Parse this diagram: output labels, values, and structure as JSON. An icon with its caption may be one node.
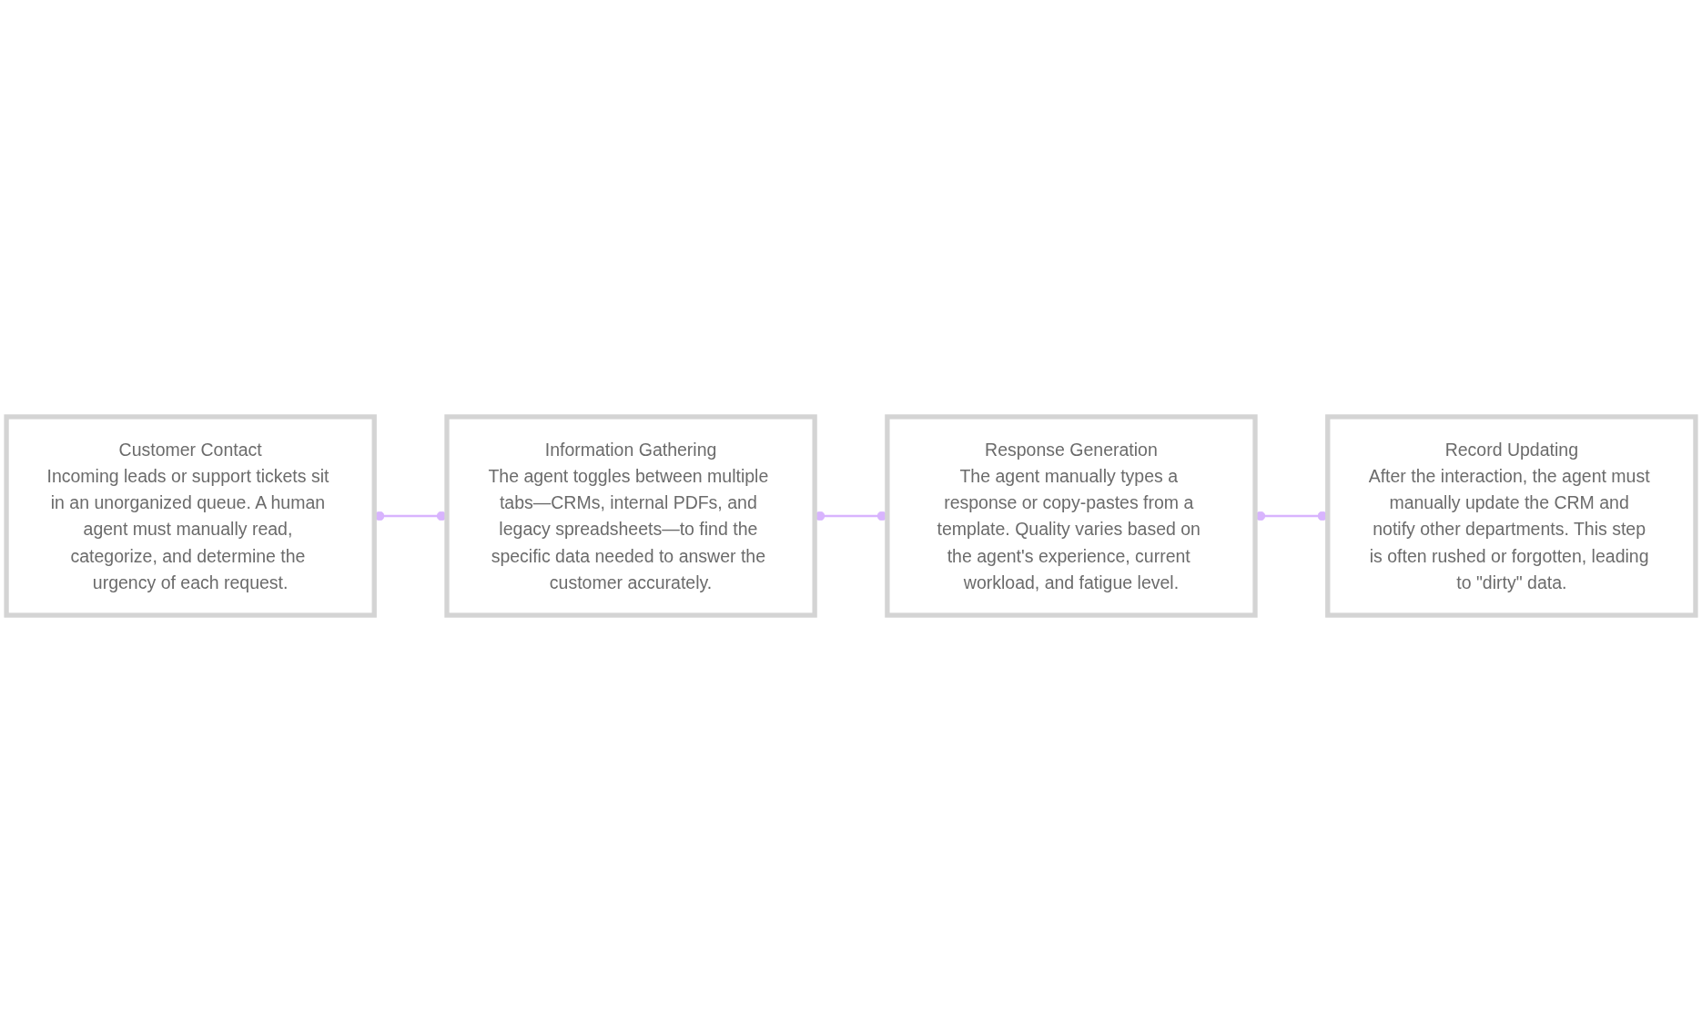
{
  "diagram": {
    "nodes": [
      {
        "text": [
          "Customer Contact",
          "Incoming leads or support tickets sit in an unorganized queue. A human agent must manually read, categorize, and determine the urgency of each request."
        ]
      },
      {
        "text": [
          "Information Gathering",
          "The agent toggles between multiple tabs—CRMs, internal PDFs, and legacy spreadsheets—to find the specific data needed to answer the customer accurately."
        ]
      },
      {
        "text": [
          "Response Generation",
          "The agent manually types a response or copy-pastes from a template. Quality varies based on the agent's experience, current workload, and fatigue level."
        ]
      },
      {
        "text": [
          "Record Updating",
          "After the interaction, the agent must manually update the CRM and notify other departments. This step is often rushed or forgotten, leading to \"dirty\" data."
        ]
      }
    ],
    "edges": [
      {
        "from": 0,
        "to": 1,
        "arrow": "other"
      },
      {
        "from": 1,
        "to": 2,
        "arrow": "other"
      },
      {
        "from": 2,
        "to": 3,
        "arrow": "other"
      }
    ]
  }
}
